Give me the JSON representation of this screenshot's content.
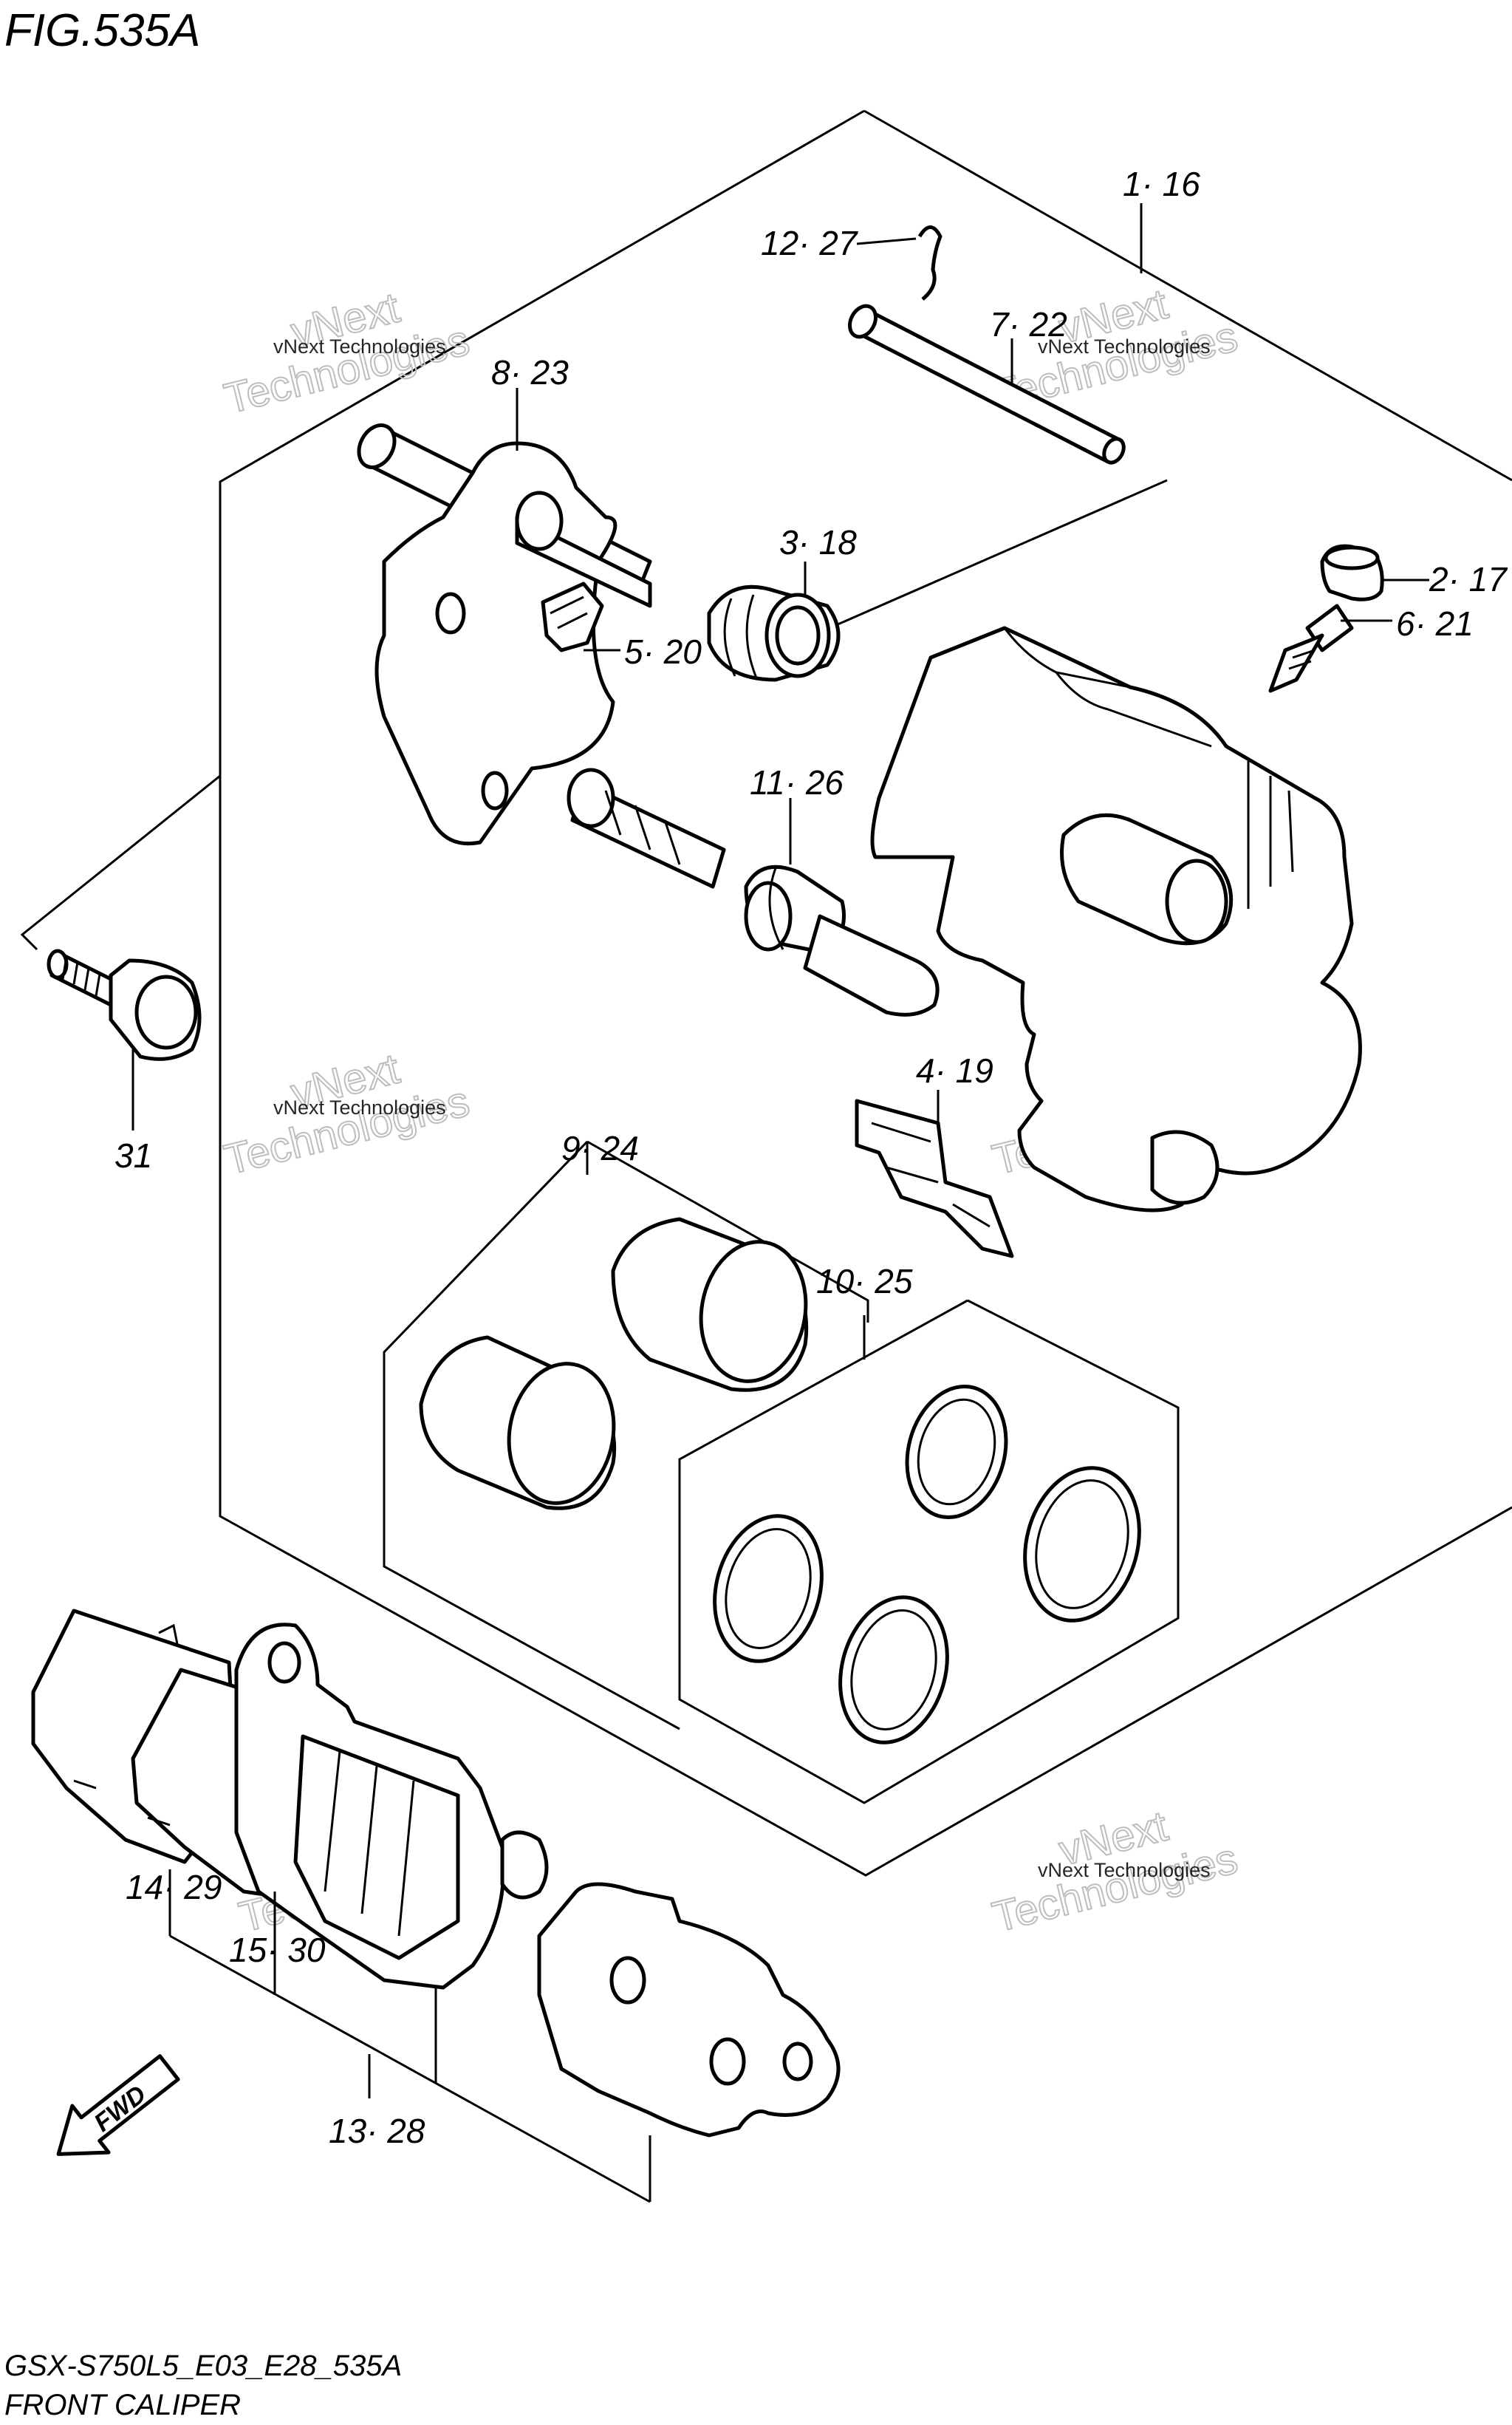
{
  "figure": {
    "title": "FIG.535A"
  },
  "footer": {
    "model_code": "GSX-S750L5_E03_E28_535A",
    "section_name": "FRONT CALIPER"
  },
  "watermark": {
    "line1": "vNext Technologies",
    "line2": "vNext",
    "line3": "Technologies"
  },
  "callouts": [
    "1· 16",
    "12· 27",
    "7· 22",
    "8· 23",
    "3· 18",
    "2· 17",
    "5· 20",
    "6· 21",
    "11· 26",
    "31",
    "4· 19",
    "9· 24",
    "10· 25",
    "14· 29",
    "15· 30",
    "13· 28"
  ],
  "direction_marker": {
    "label": "FWD"
  }
}
